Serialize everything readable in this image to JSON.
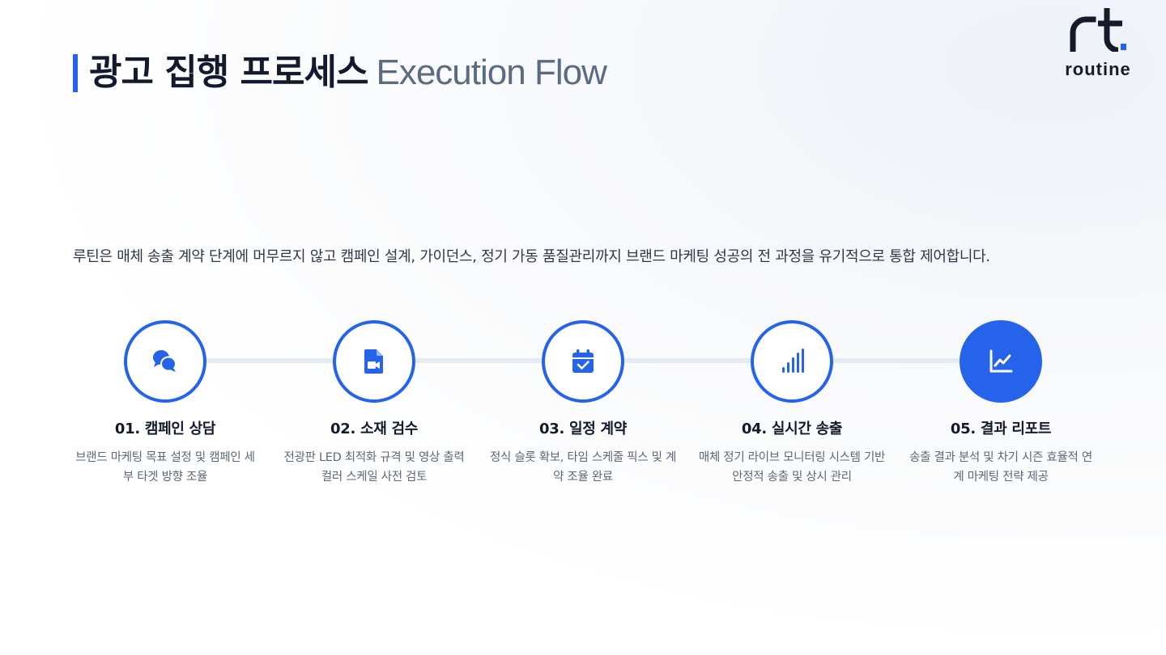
{
  "header": {
    "title_ko": "광고 집행 프로세스",
    "title_en": "Execution Flow"
  },
  "logo": {
    "text": "routine",
    "icon": "rt-logo-mark"
  },
  "intro": "루틴은 매체 송출 계약 단계에 머무르지 않고 캠페인 설계, 가이던스, 정기 가동 품질관리까지 브랜드 마케팅 성공의 전 과정을 유기적으로 통합 제어합니다.",
  "colors": {
    "accent": "#2563eb",
    "title": "#141a2e",
    "subtitle": "#5b6b82",
    "track": "#e6ebf3"
  },
  "steps": [
    {
      "title": "01. 캠페인 상담",
      "desc": "브랜드 마케팅 목표 설정 및 캠페인 세부 타겟 방향 조율",
      "icon": "chat-bubbles-icon"
    },
    {
      "title": "02. 소재 검수",
      "desc": "전광판 LED 최적화 규격 및 영상 출력 컬러 스케일 사전 검토",
      "icon": "video-file-icon"
    },
    {
      "title": "03. 일정 계약",
      "desc": "정식 슬롯 확보, 타임 스케줄 픽스 및 계약 조율 완료",
      "icon": "calendar-check-icon"
    },
    {
      "title": "04. 실시간 송출",
      "desc": "매체 정기 라이브 모니터링 시스템 기반 안정적 송출 및 상시 관리",
      "icon": "signal-bars-icon"
    },
    {
      "title": "05. 결과 리포트",
      "desc": "송출 결과 분석 및 차기 시즌 효율적 연계 마케팅 전략 제공",
      "icon": "line-chart-icon"
    }
  ]
}
